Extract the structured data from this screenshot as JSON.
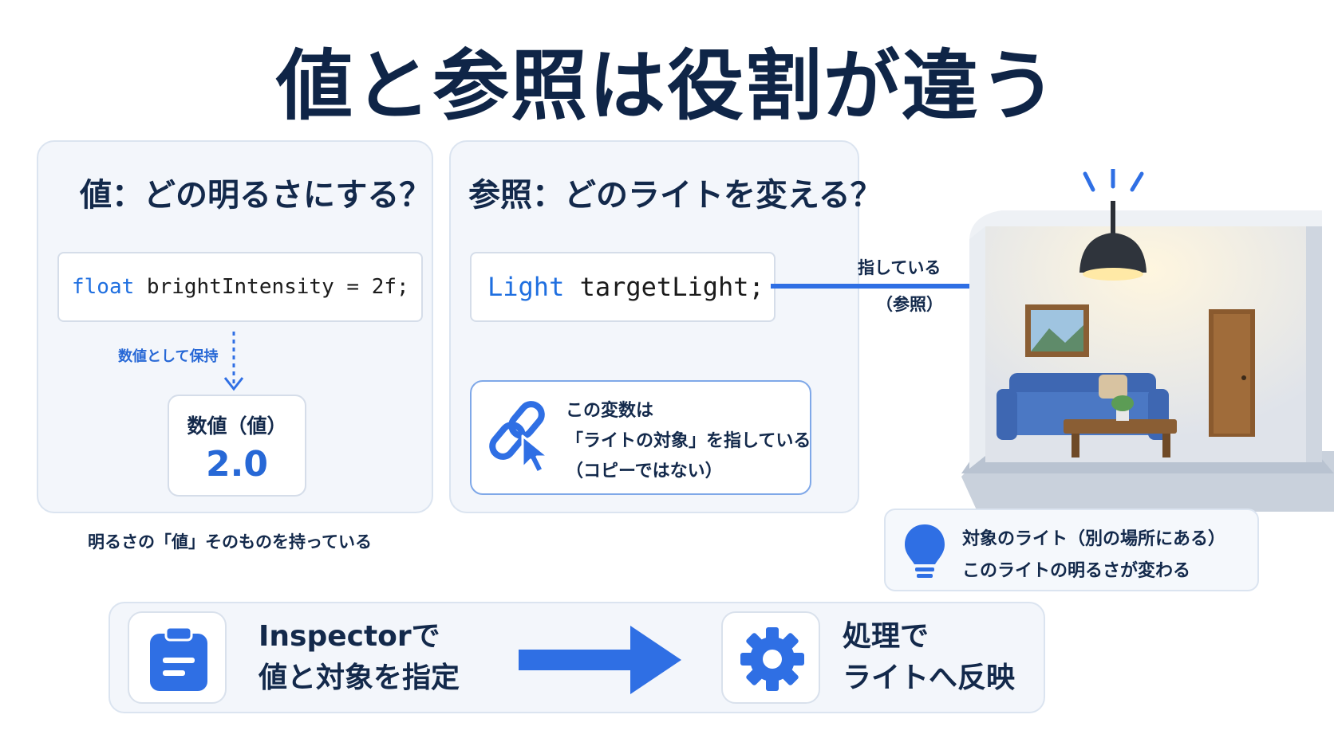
{
  "title": "値と参照は役割が違う",
  "value_panel": {
    "heading": "値：どの明るさにする？",
    "code_keyword": "float",
    "code_rest": " brightIntensity = 2f;",
    "arrow_label": "数値として保持",
    "value_label": "数値（値）",
    "value_number": "2.0",
    "caption": "明るさの「値」そのものを持っている"
  },
  "reference_panel": {
    "heading": "参照：どのライトを変える？",
    "code_keyword": "Light",
    "code_rest": " targetLight;",
    "note_lines": [
      "この変数は",
      "「ライトの対象」を指している",
      "（コピーではない）"
    ],
    "note_icon": "link-cursor-icon"
  },
  "pointer": {
    "label_top": "指している",
    "label_bottom": "（参照）"
  },
  "room": {
    "caption_lines": [
      "対象のライト（別の場所にある）",
      "このライトの明るさが変わる"
    ],
    "caption_icon": "lightbulb-icon"
  },
  "flow": {
    "step1_lines": [
      "Inspectorで",
      "値と対象を指定"
    ],
    "step1_icon": "clipboard-icon",
    "step2_lines": [
      "処理で",
      "ライトへ反映"
    ],
    "step2_icon": "gear-icon"
  },
  "colors": {
    "accent": "#2f6fe4",
    "navy": "#0f2547",
    "panel_bg": "#f3f6fb"
  }
}
